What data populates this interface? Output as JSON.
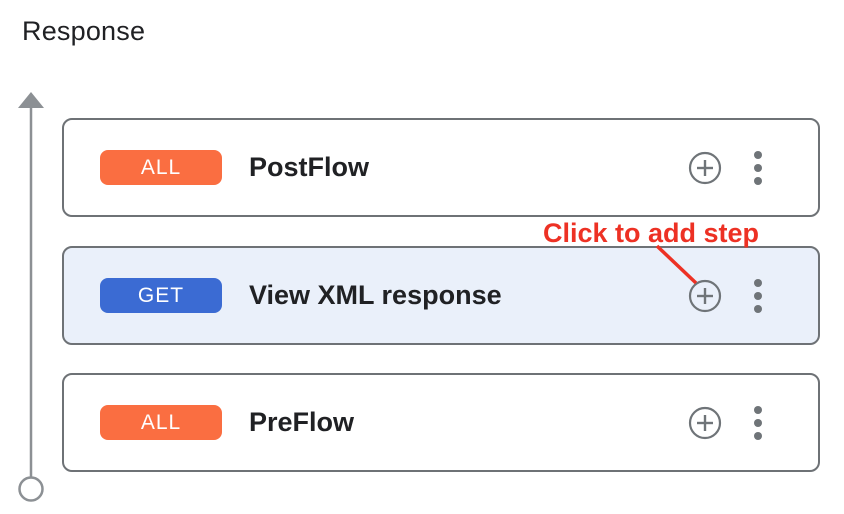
{
  "title": "Response",
  "annotation": {
    "label": "Click to add step",
    "color": "#ED3124"
  },
  "flow": {
    "cards": [
      {
        "method": "ALL",
        "name": "PostFlow",
        "badge_color": "#FA6E41",
        "selected": false
      },
      {
        "method": "GET",
        "name": "View XML response",
        "badge_color": "#3B6BD3",
        "selected": true
      },
      {
        "method": "ALL",
        "name": "PreFlow",
        "badge_color": "#FA6E41",
        "selected": false
      }
    ],
    "icons": {
      "add_step": "plus-circle-icon",
      "more_options": "kebab-menu-icon",
      "direction": "up-arrow-flow-line",
      "terminal": "start-circle"
    }
  },
  "colors": {
    "card_border": "#6E7276",
    "card_bg": "#FFFFFF",
    "selected_card_bg": "#EAF0FA",
    "icon_gray": "#6F7478",
    "flow_line_gray": "#8C9094",
    "text": "#202124"
  }
}
